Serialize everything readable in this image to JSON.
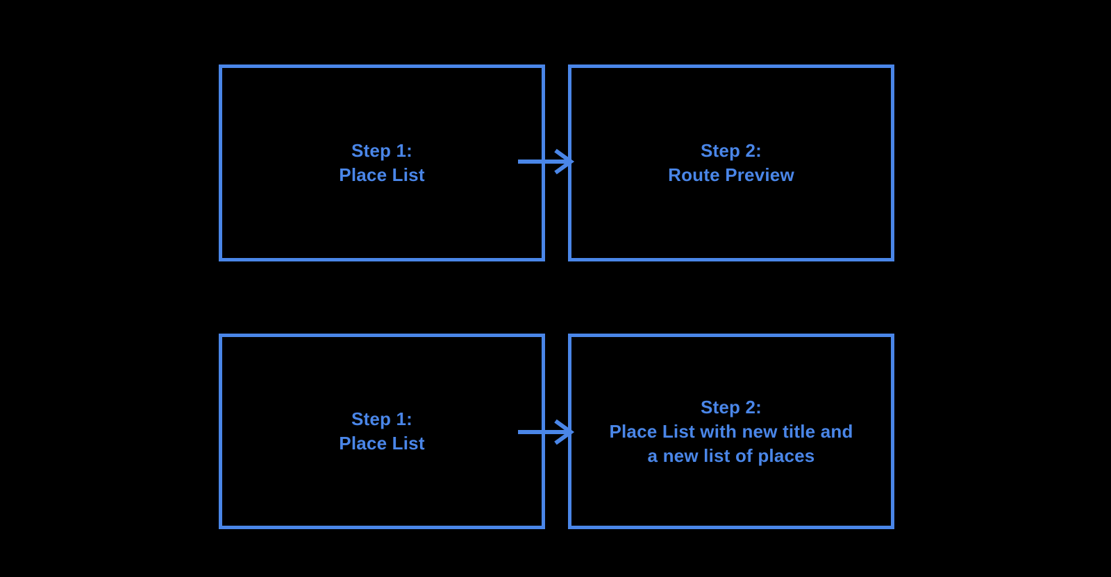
{
  "theme": {
    "accent_blue": "#4a86e8",
    "background": "#000000"
  },
  "icons": [
    {
      "name": "arrow-right-icon",
      "glyph": "→",
      "count": 2
    }
  ],
  "boxes": [
    {
      "name": "step-1-place-list-top",
      "lines": [
        "Step 1:",
        "Place List"
      ]
    },
    {
      "name": "step-2-route-preview",
      "lines": [
        "Step 2:",
        "Route Preview"
      ]
    },
    {
      "name": "step-1-place-list-bottom",
      "lines": [
        "Step 1:",
        "Place List"
      ]
    },
    {
      "name": "step-2-place-list-new",
      "lines": [
        "Step 2:",
        "Place List with new title and",
        "a new list of places"
      ]
    }
  ]
}
